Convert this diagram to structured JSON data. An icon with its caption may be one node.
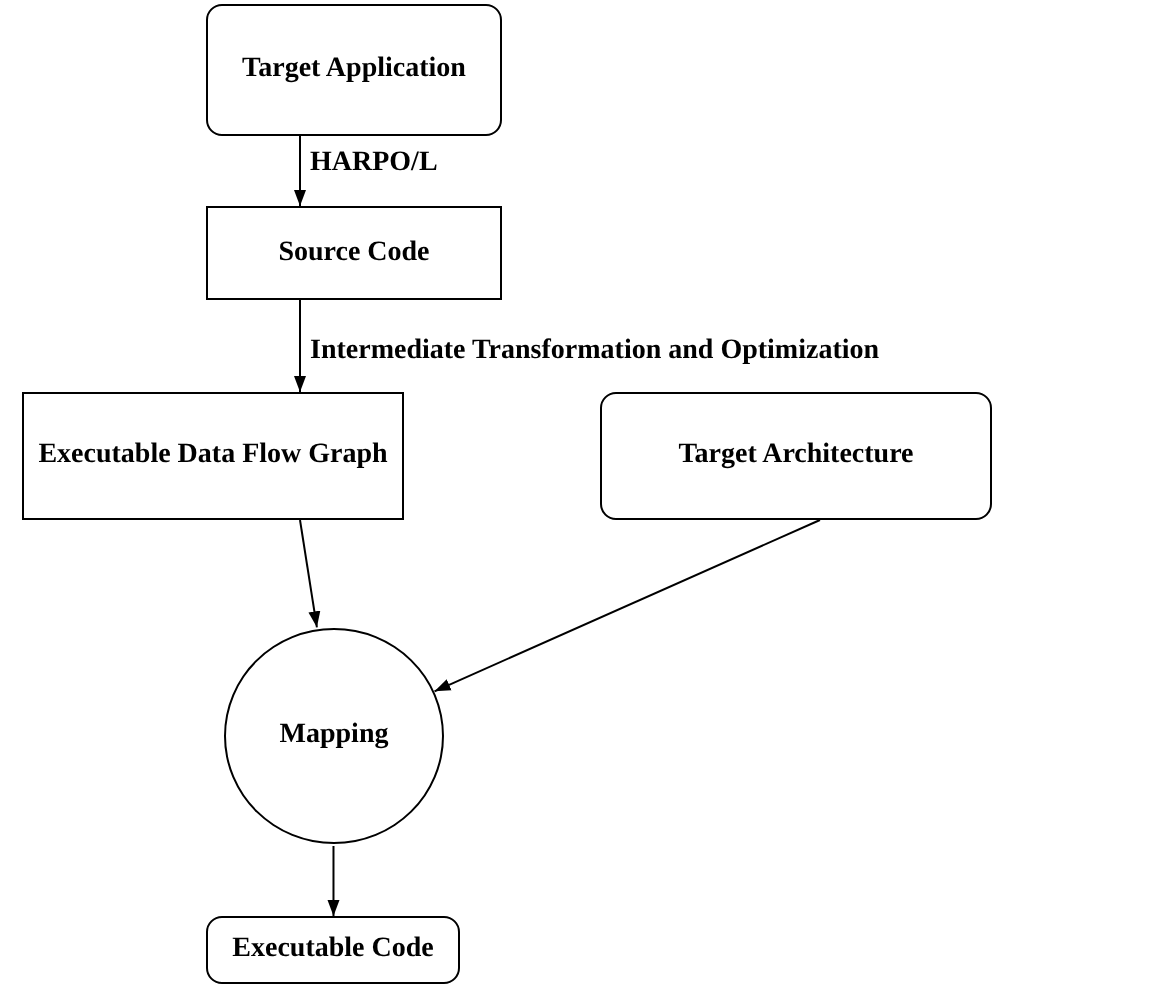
{
  "diagram": {
    "nodes": [
      {
        "text": [
          "Target Application"
        ]
      },
      {
        "text": [
          "Source Code"
        ]
      },
      {
        "text": [
          "Executable Data Flow Graph"
        ]
      },
      {
        "text": [
          "Target Architecture"
        ]
      },
      {
        "text": [
          "Mapping"
        ]
      },
      {
        "text": [
          "Executable Code"
        ]
      }
    ],
    "edges": [
      {
        "from": 0,
        "to": 1,
        "arrow": "to",
        "label": "HARPO/L"
      },
      {
        "from": 1,
        "to": 2,
        "arrow": "to",
        "label": "Intermediate Transformation and Optimization"
      },
      {
        "from": 2,
        "to": 4,
        "arrow": "to"
      },
      {
        "from": 3,
        "to": 4,
        "arrow": "to"
      },
      {
        "from": 4,
        "to": 5,
        "arrow": "to"
      }
    ]
  }
}
